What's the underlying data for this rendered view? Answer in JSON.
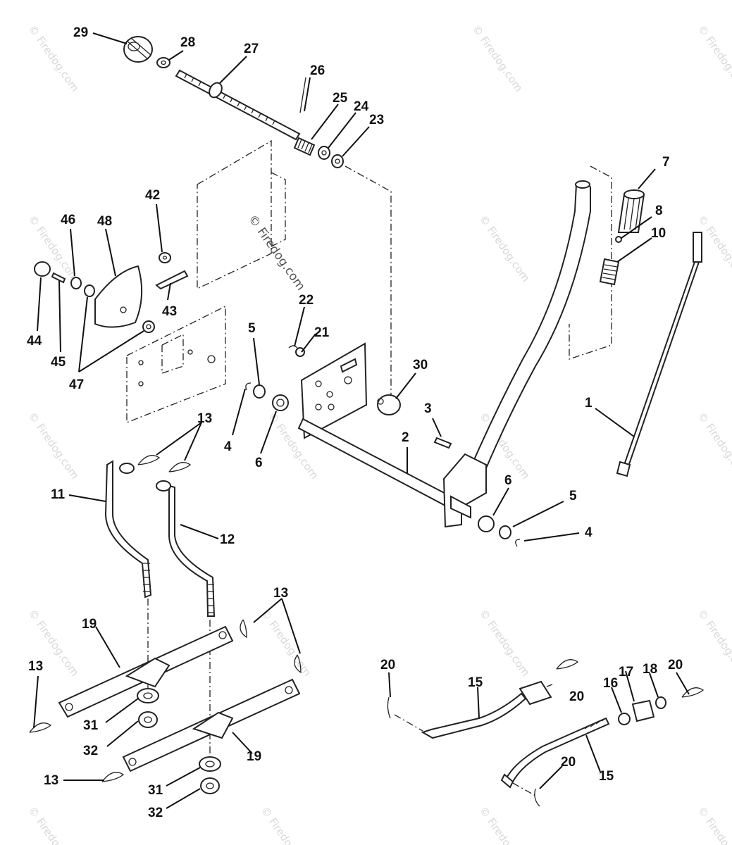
{
  "watermark": {
    "text": "© Firedog.com",
    "center_text": "© Firedog.com"
  },
  "callouts": [
    {
      "label": "29"
    },
    {
      "label": "28"
    },
    {
      "label": "27"
    },
    {
      "label": "26"
    },
    {
      "label": "25"
    },
    {
      "label": "24"
    },
    {
      "label": "23"
    },
    {
      "label": "7"
    },
    {
      "label": "8"
    },
    {
      "label": "10"
    },
    {
      "label": "42"
    },
    {
      "label": "46"
    },
    {
      "label": "48"
    },
    {
      "label": "22"
    },
    {
      "label": "21"
    },
    {
      "label": "43"
    },
    {
      "label": "44"
    },
    {
      "label": "45"
    },
    {
      "label": "47"
    },
    {
      "label": "5"
    },
    {
      "label": "30"
    },
    {
      "label": "3"
    },
    {
      "label": "1"
    },
    {
      "label": "4"
    },
    {
      "label": "6"
    },
    {
      "label": "2"
    },
    {
      "label": "13"
    },
    {
      "label": "11"
    },
    {
      "label": "12"
    },
    {
      "label": "6"
    },
    {
      "label": "5"
    },
    {
      "label": "4"
    },
    {
      "label": "13"
    },
    {
      "label": "19"
    },
    {
      "label": "13"
    },
    {
      "label": "31"
    },
    {
      "label": "32"
    },
    {
      "label": "19"
    },
    {
      "label": "13"
    },
    {
      "label": "31"
    },
    {
      "label": "32"
    },
    {
      "label": "20"
    },
    {
      "label": "15"
    },
    {
      "label": "20"
    },
    {
      "label": "17"
    },
    {
      "label": "18"
    },
    {
      "label": "20"
    },
    {
      "label": "16"
    },
    {
      "label": "20"
    },
    {
      "label": "15"
    }
  ]
}
